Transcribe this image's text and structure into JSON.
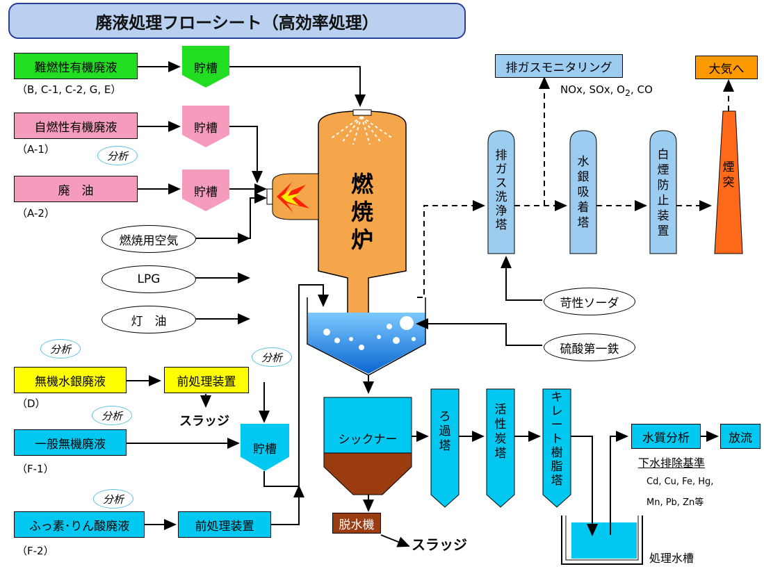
{
  "title": "廃液処理フローシート（高効率処理）",
  "inputs": {
    "organic_nonflam": {
      "label": "難燃性有機廃液",
      "sub": "（B, C-1, C-2, G, E）"
    },
    "organic_selfflam": {
      "label": "自燃性有機廃液",
      "sub": "（A-1）"
    },
    "waste_oil": {
      "label": "廃　油",
      "sub": "（A-2）"
    },
    "mercury": {
      "label": "無機水銀廃液",
      "sub": "（D）"
    },
    "inorganic": {
      "label": "一般無機廃液",
      "sub": "（F-1）"
    },
    "fluorine": {
      "label": "ふっ素･りん酸廃液",
      "sub": "（F-2）"
    }
  },
  "tanks": {
    "tank": "貯槽"
  },
  "pretreat": "前処理装置",
  "sludge": "スラッジ",
  "analysis": "分析",
  "fuel": {
    "air": "燃焼用空気",
    "lpg": "LPG",
    "kerosene": "灯　油"
  },
  "furnace": [
    "燃",
    "焼",
    "炉"
  ],
  "reagents": {
    "caustic": "苛性ソーダ",
    "ferrous": "硫酸第一鉄"
  },
  "gas_line": {
    "scrubber": [
      "排",
      "ガ",
      "ス",
      "洗",
      "浄",
      "塔"
    ],
    "mercury_abs": [
      "水",
      "銀",
      "吸",
      "着",
      "塔"
    ],
    "plume": [
      "白",
      "煙",
      "防",
      "止",
      "装",
      "置"
    ],
    "stack": [
      "煙",
      "突"
    ],
    "monitoring": "排ガスモニタリング",
    "gases": "NOx, SOx, O",
    "gases_sub": "2",
    "gases_tail": ", CO",
    "atmosphere": "大気へ"
  },
  "water_line": {
    "thickener": "シックナー",
    "dewater": "脱水機",
    "filter": [
      "ろ",
      "過",
      "塔"
    ],
    "carbon": [
      "活",
      "性",
      "炭",
      "塔"
    ],
    "chelate": [
      "キ",
      "レ",
      "ー",
      "ト",
      "樹",
      "脂",
      "塔"
    ],
    "quality": "水質分析",
    "discharge": "放流",
    "standard": "下水排除基準",
    "metals1": "Cd, Cu, Fe, Hg,",
    "metals2": "Mn, Pb, Zn等",
    "treated_tank": "処理水槽"
  },
  "colors": {
    "accent_title": "#b9d0f0",
    "orange": "#f5a64a",
    "cyan": "#00c8f0",
    "blue_water": "#1e8fe8"
  }
}
